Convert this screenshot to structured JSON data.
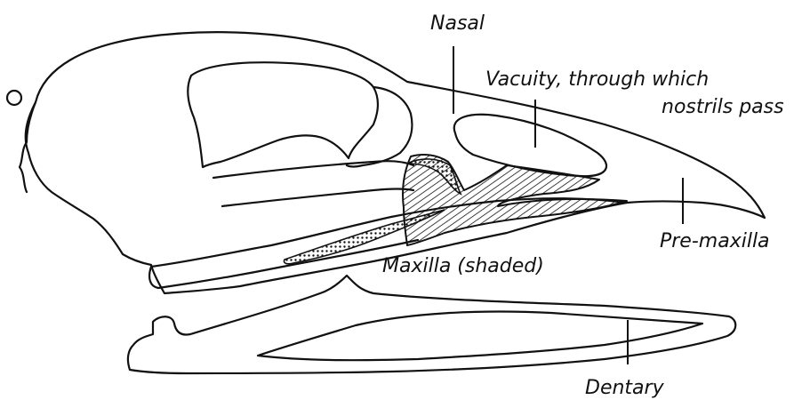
{
  "diagram": {
    "labels": {
      "nasal": "Nasal",
      "vacuity_line1": "Vacuity, through which",
      "vacuity_line2": "nostrils pass",
      "premaxilla": "Pre-maxilla",
      "maxilla": "Maxilla (shaded)",
      "dentary": "Dentary"
    },
    "colors": {
      "ink": "#111111",
      "paper": "#ffffff"
    }
  }
}
